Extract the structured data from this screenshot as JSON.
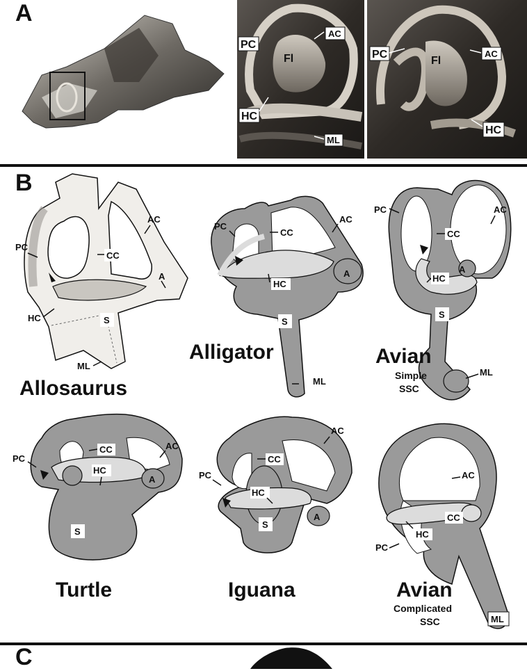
{
  "panels": {
    "a": {
      "letter": "A"
    },
    "b": {
      "letter": "B"
    },
    "c": {
      "letter": "C"
    }
  },
  "photo_labels": {
    "left": {
      "pc": "PC",
      "fl": "Fl",
      "ac": "AC",
      "hc": "HC",
      "ml": "ML"
    },
    "right": {
      "pc": "PC",
      "fl": "Fl",
      "ac": "AC",
      "hc": "HC"
    }
  },
  "specimens": {
    "allosaurus": {
      "name": "Allosaurus",
      "labels": {
        "pc": "PC",
        "cc": "CC",
        "ac": "AC",
        "a": "A",
        "hc": "HC",
        "s": "S",
        "ml": "ML"
      }
    },
    "alligator": {
      "name": "Alligator",
      "labels": {
        "pc": "PC",
        "cc": "CC",
        "ac": "AC",
        "a": "A",
        "hc": "HC",
        "s": "S",
        "ml": "ML"
      }
    },
    "avian_simple": {
      "name": "Avian",
      "sub1": "Simple",
      "sub2": "SSC",
      "labels": {
        "pc": "PC",
        "cc": "CC",
        "ac": "AC",
        "a": "A",
        "hc": "HC",
        "s": "S",
        "ml": "ML"
      }
    },
    "turtle": {
      "name": "Turtle",
      "labels": {
        "pc": "PC",
        "cc": "CC",
        "ac": "AC",
        "a": "A",
        "hc": "HC",
        "s": "S"
      }
    },
    "iguana": {
      "name": "Iguana",
      "labels": {
        "pc": "PC",
        "cc": "CC",
        "ac": "AC",
        "a": "A",
        "hc": "HC",
        "s": "S"
      }
    },
    "avian_complicated": {
      "name": "Avian",
      "sub1": "Complicated",
      "sub2": "SSC",
      "labels": {
        "ac": "AC",
        "cc": "CC",
        "hc": "HC",
        "pc": "PC",
        "ml": "ML"
      }
    }
  },
  "colors": {
    "canal_fill": "#9a9a9a",
    "hc_fill": "#dcdcdc",
    "line": "#111111"
  }
}
